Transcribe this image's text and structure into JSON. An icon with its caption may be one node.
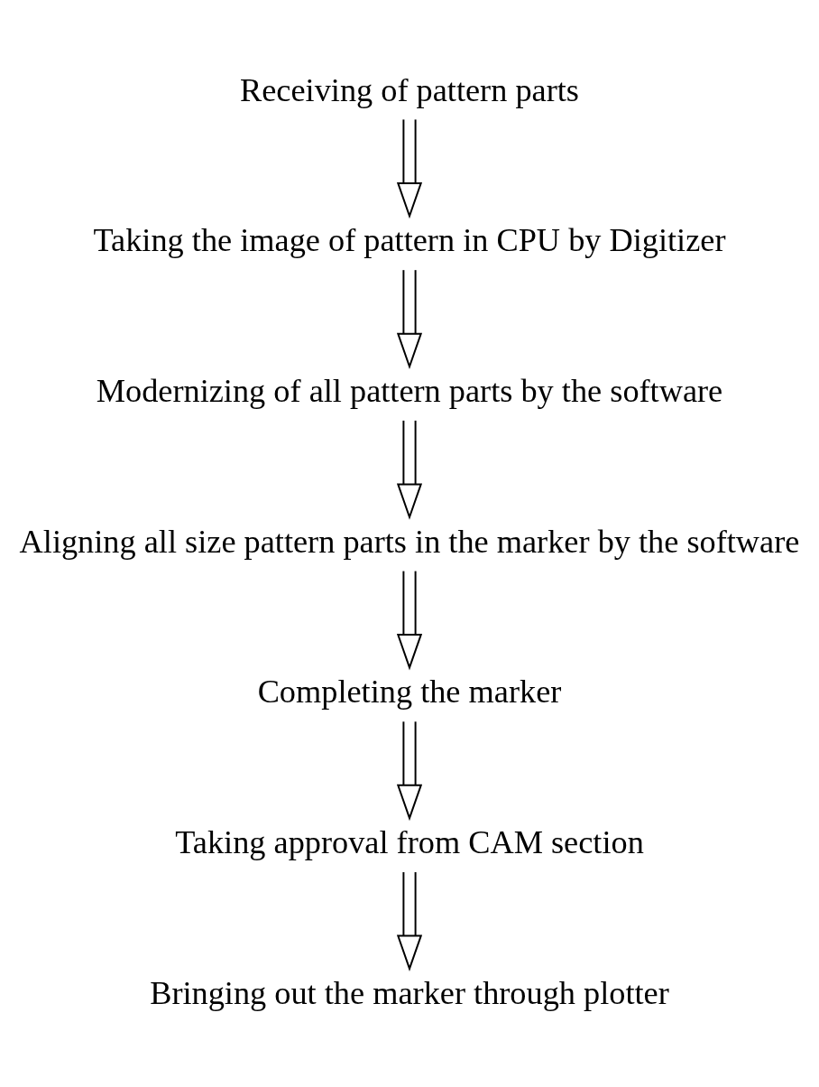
{
  "diagram": {
    "nodes": [
      {
        "text": [
          "Receiving of pattern parts"
        ]
      },
      {
        "text": [
          "Taking the image of pattern in CPU by Digitizer"
        ]
      },
      {
        "text": [
          "Modernizing of all pattern parts by the software"
        ]
      },
      {
        "text": [
          "Aligning all size pattern parts in the marker by the software"
        ]
      },
      {
        "text": [
          "Completing the marker"
        ]
      },
      {
        "text": [
          "Taking approval from CAM section"
        ]
      },
      {
        "text": [
          "Bringing out the marker through plotter"
        ]
      }
    ],
    "edges": [
      {
        "from": 0,
        "to": 1,
        "arrow": "to"
      },
      {
        "from": 1,
        "to": 2,
        "arrow": "to"
      },
      {
        "from": 2,
        "to": 3,
        "arrow": "to"
      },
      {
        "from": 3,
        "to": 4,
        "arrow": "to"
      },
      {
        "from": 4,
        "to": 5,
        "arrow": "to"
      },
      {
        "from": 5,
        "to": 6,
        "arrow": "to"
      }
    ]
  }
}
